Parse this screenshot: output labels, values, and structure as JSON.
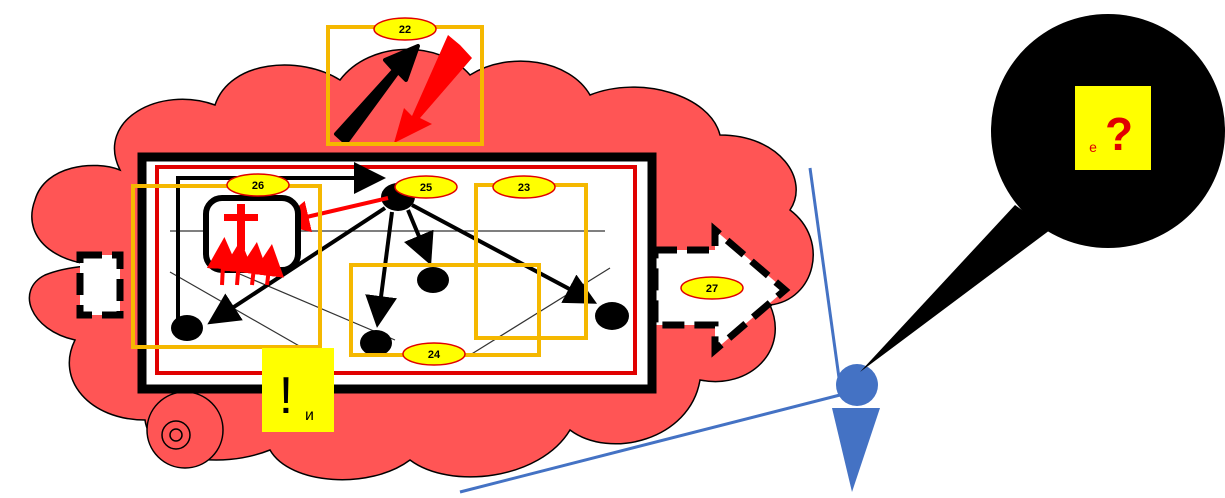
{
  "colors": {
    "cloud": "#ff5555",
    "frame": "#000000",
    "inner_frame": "#e00000",
    "highlight_box": "#f5b800",
    "badge_fill": "#ffff00",
    "badge_stroke": "#e00000",
    "note_fill": "#ffff00",
    "blue": "#4472c4",
    "red_arrow": "#ff0000"
  },
  "badges": [
    {
      "id": "badge-22",
      "label": "22"
    },
    {
      "id": "badge-23",
      "label": "23"
    },
    {
      "id": "badge-24",
      "label": "24"
    },
    {
      "id": "badge-25",
      "label": "25"
    },
    {
      "id": "badge-26",
      "label": "26"
    },
    {
      "id": "badge-27",
      "label": "27"
    }
  ],
  "notes": {
    "exclaim_main": "!",
    "exclaim_sub": "и",
    "question_main": "?",
    "question_sub": "e"
  }
}
